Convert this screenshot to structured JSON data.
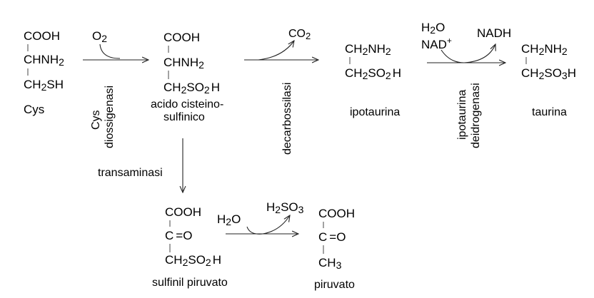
{
  "compounds": {
    "cys": {
      "name": "Cys",
      "top": "COOH",
      "mid_a": "CHNH",
      "mid_sub": "2",
      "bot_a": "CH",
      "bot_sub": "2",
      "bot_b": "SH"
    },
    "csa": {
      "name_1": "acido cisteino-",
      "name_2": "sulfinico",
      "top": "COOH",
      "mid_a": "CHNH",
      "mid_sub": "2",
      "bot_a": "CH",
      "bot_sub1": "2",
      "bot_b": "SO",
      "bot_sub2": "2",
      "bot_c": "H"
    },
    "hypotaurine": {
      "name": "ipotaurina",
      "top_a": "CH",
      "top_sub1": "2",
      "top_b": "NH",
      "top_sub2": "2",
      "bot_a": "CH",
      "bot_sub1": "2",
      "bot_b": "SO",
      "bot_sub2": "2",
      "bot_c": "H"
    },
    "taurine": {
      "name": "taurina",
      "top_a": "CH",
      "top_sub1": "2",
      "top_b": "NH",
      "top_sub2": "2",
      "bot_a": "CH",
      "bot_sub1": "2",
      "bot_b": "SO",
      "bot_sub2": "3",
      "bot_c": "H"
    },
    "sulfinylpyruvate": {
      "name": "sulfinil piruvato",
      "top": "COOH",
      "mid": "C",
      "mid_b": "=O",
      "bot_a": "CH",
      "bot_sub1": "2",
      "bot_b": "SO",
      "bot_sub2": "2",
      "bot_c": "H"
    },
    "pyruvate": {
      "name": "piruvato",
      "top": "COOH",
      "mid": "C",
      "mid_b": "=O",
      "bot_a": "CH",
      "bot_sub": "3"
    }
  },
  "enzymes": {
    "cdo_1": "Cys",
    "cdo_2": "diossigenasi",
    "decarb": "decarbossilasi",
    "hdh_1": "ipotaurina",
    "hdh_2": "deidrogenasi",
    "transam": "transaminasi"
  },
  "cofactors": {
    "o2_a": "O",
    "o2_sub": "2",
    "co2_a": "CO",
    "co2_sub": "2",
    "h2o_a": "H",
    "h2o_sub": "2",
    "h2o_b": "O",
    "nad_a": "NAD",
    "nad_sup": "+",
    "nadh": "NADH",
    "h2o2_a": "H",
    "h2o2_sub": "2",
    "h2o2_b": "O",
    "h2so3_a": "H",
    "h2so3_sub1": "2",
    "h2so3_b": "SO",
    "h2so3_sub2": "3"
  }
}
